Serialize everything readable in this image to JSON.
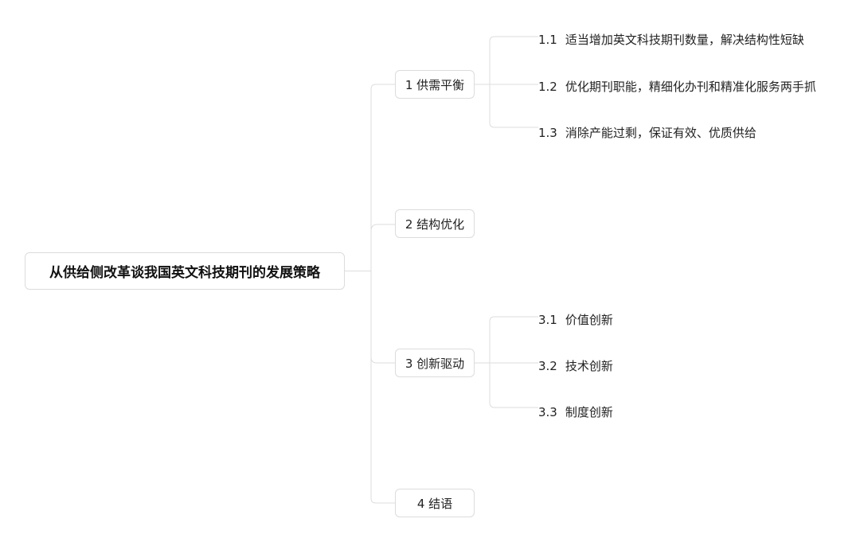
{
  "root": {
    "label": "从供给侧改革谈我国英文科技期刊的发展策略"
  },
  "branches": [
    {
      "label": "1 供需平衡"
    },
    {
      "label": "2 结构优化"
    },
    {
      "label": "3 创新驱动"
    },
    {
      "label": "4 结语"
    }
  ],
  "leaves": {
    "b1": [
      {
        "num": "1.1",
        "text": "适当增加英文科技期刊数量，解决结构性短缺"
      },
      {
        "num": "1.2",
        "text": "优化期刊职能，精细化办刊和精准化服务两手抓"
      },
      {
        "num": "1.3",
        "text": "消除产能过剩，保证有效、优质供给"
      }
    ],
    "b3": [
      {
        "num": "3.1",
        "text": "价值创新"
      },
      {
        "num": "3.2",
        "text": "技术创新"
      },
      {
        "num": "3.3",
        "text": "制度创新"
      }
    ]
  },
  "colors": {
    "link": "#dddddd",
    "node_border": "#dcdcdc",
    "text": "#222222"
  }
}
